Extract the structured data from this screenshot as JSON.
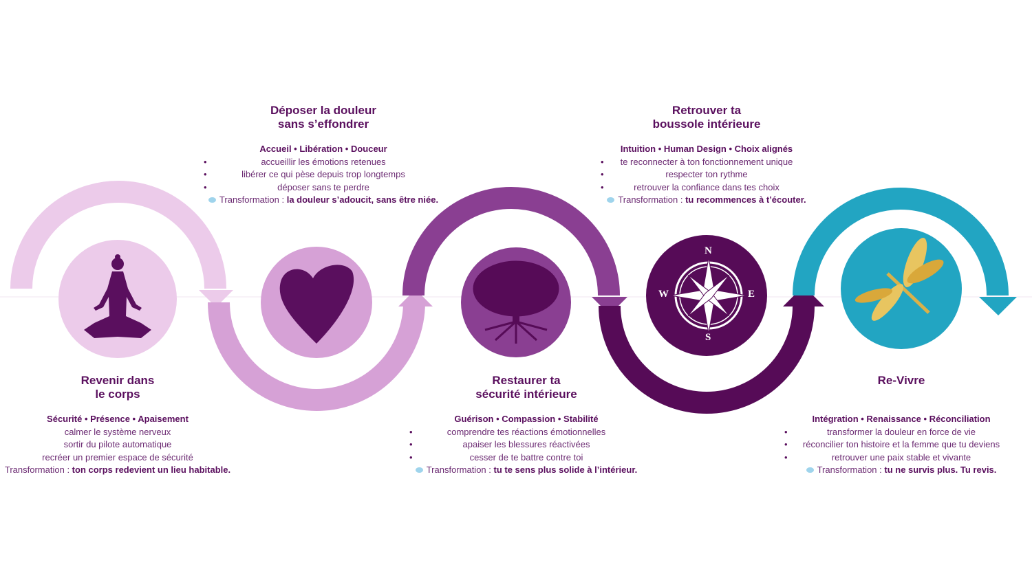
{
  "colors": {
    "step1": "#eccbea",
    "step2": "#d6a1d6",
    "step3": "#8a3f92",
    "step4": "#560b57",
    "step5": "#22a5c2",
    "text": "#5a0f5e"
  },
  "steps": [
    {
      "title": [
        "Revenir dans",
        "le corps"
      ],
      "keywords": "Sécurité • Présence • Apaisement",
      "bullets": false,
      "items": [
        "calmer le système nerveux",
        "sortir du pilote automatique",
        "recréer un premier espace de sécurité"
      ],
      "transformation_label": "Transformation : ",
      "transformation": "ton corps redevient un lieu habitable.",
      "icon": "meditation-icon"
    },
    {
      "title": [
        "Déposer la douleur",
        "sans s’effondrer"
      ],
      "keywords": "Accueil • Libération • Douceur",
      "bullets": true,
      "items": [
        "accueillir les émotions retenues",
        "libérer ce qui pèse depuis trop longtemps",
        "déposer sans te perdre"
      ],
      "transformation_label": "Transformation : ",
      "transformation": "la douleur s’adoucit, sans être niée.",
      "icon": "heart-icon"
    },
    {
      "title": [
        "Restaurer ta",
        "sécurité intérieure"
      ],
      "keywords": "Guérison • Compassion • Stabilité",
      "bullets": true,
      "items": [
        "comprendre tes réactions émotionnelles",
        "apaiser les blessures réactivées",
        "cesser de te battre contre toi"
      ],
      "transformation_label": "Transformation : ",
      "transformation": "tu te sens plus solide à l’intérieur.",
      "icon": "tree-icon"
    },
    {
      "title": [
        "Retrouver ta",
        "boussole intérieure"
      ],
      "keywords": "Intuition • Human Design • Choix alignés",
      "bullets": true,
      "items": [
        "te reconnecter à ton fonctionnement unique",
        "respecter ton rythme",
        "retrouver la confiance dans tes choix"
      ],
      "transformation_label": "Transformation : ",
      "transformation": "tu recommences à t’écouter.",
      "icon": "compass-icon"
    },
    {
      "title": [
        "Re-Vivre"
      ],
      "keywords": "Intégration • Renaissance • Réconciliation",
      "bullets": true,
      "items": [
        "transformer la douleur en force de vie",
        "réconcilier ton histoire et la femme que tu deviens",
        "retrouver une paix stable et vivante"
      ],
      "transformation_label": "Transformation : ",
      "transformation": "tu ne survis plus. Tu revis.",
      "icon": "dragonfly-icon"
    }
  ],
  "compass": {
    "n": "N",
    "s": "S",
    "e": "E",
    "w": "W"
  }
}
